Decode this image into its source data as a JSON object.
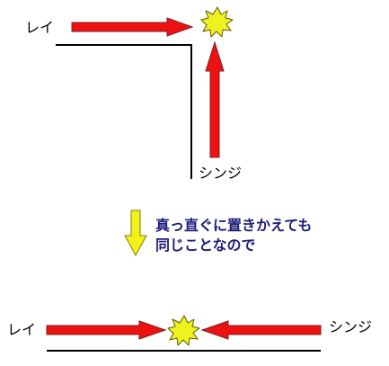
{
  "top_scene": {
    "left_label": "レイ",
    "bottom_label": "シンジ"
  },
  "caption": {
    "line1": "真っ直ぐに置きかえても",
    "line2": "同じことなので"
  },
  "bottom_scene": {
    "left_label": "レイ",
    "right_label": "シンジ"
  },
  "colors": {
    "arrow_fill": "#ee1111",
    "arrow_outline": "#7a2020",
    "flash_fill": "#eef21f",
    "flash_outline": "#5a5a00",
    "down_arrow_fill": "#f2f21a",
    "down_arrow_outline": "#8a7a00",
    "caption_text": "#1c1c7a",
    "line": "#000000"
  }
}
